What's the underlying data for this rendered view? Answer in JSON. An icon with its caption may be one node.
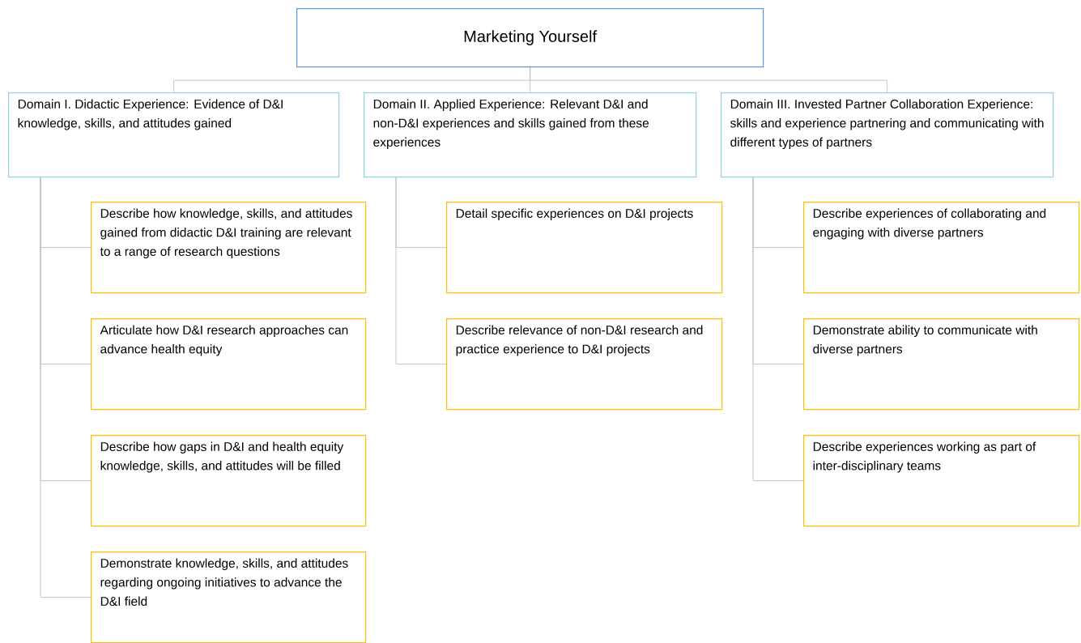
{
  "diagram": {
    "nodes": [
      {
        "text": [
          "Marketing Yourself"
        ]
      },
      {
        "text": [
          "Domain I. Didactic Experience: Evidence of D&I knowledge, skills, and attitudes gained"
        ]
      },
      {
        "text": [
          "Domain II. Applied Experience: Relevant D&I and non-D&I experiences and skills gained from these experiences"
        ]
      },
      {
        "text": [
          "Domain III. Invested Partner Collaboration Experience: skills and experience partnering and communicating with different types of partners"
        ]
      },
      {
        "text": [
          "Describe how knowledge, skills, and attitudes gained from didactic D&I training are relevant to a range of research questions"
        ]
      },
      {
        "text": [
          "Articulate how D&I research approaches can advance health equity"
        ]
      },
      {
        "text": [
          "Describe how gaps in D&I and health equity knowledge, skills, and attitudes will be filled"
        ]
      },
      {
        "text": [
          "Demonstrate knowledge, skills, and attitudes regarding ongoing initiatives to advance the D&I field"
        ]
      },
      {
        "text": [
          "Detail specific experiences on D&I projects"
        ]
      },
      {
        "text": [
          "Describe relevance of non-D&I research and practice experience to D&I projects"
        ]
      },
      {
        "text": [
          "Describe experiences of collaborating and engaging with diverse partners"
        ]
      },
      {
        "text": [
          "Demonstrate ability to communicate with diverse partners"
        ]
      },
      {
        "text": [
          "Describe experiences working as part of inter-disciplinary teams"
        ]
      }
    ],
    "edges": [
      {
        "from": 0,
        "to": 1,
        "arrow": "none"
      },
      {
        "from": 0,
        "to": 2,
        "arrow": "none"
      },
      {
        "from": 0,
        "to": 3,
        "arrow": "none"
      },
      {
        "from": 1,
        "to": 4,
        "arrow": "none"
      },
      {
        "from": 1,
        "to": 5,
        "arrow": "none"
      },
      {
        "from": 1,
        "to": 6,
        "arrow": "none"
      },
      {
        "from": 1,
        "to": 7,
        "arrow": "none"
      },
      {
        "from": 2,
        "to": 8,
        "arrow": "none"
      },
      {
        "from": 2,
        "to": 9,
        "arrow": "none"
      },
      {
        "from": 3,
        "to": 10,
        "arrow": "none"
      },
      {
        "from": 3,
        "to": 11,
        "arrow": "none"
      },
      {
        "from": 3,
        "to": 12,
        "arrow": "none"
      }
    ]
  }
}
